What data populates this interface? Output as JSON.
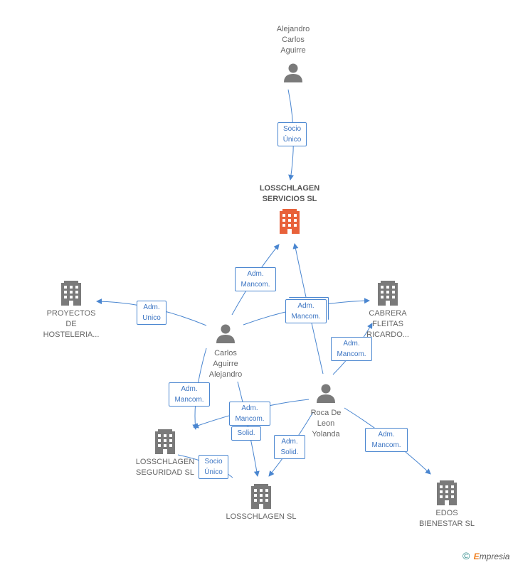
{
  "nodes": {
    "alejandro": {
      "label": "Alejandro\nCarlos\nAguirre",
      "icon": "person-icon"
    },
    "losschlagen_servicios": {
      "label": "LOSSCHLAGEN\nSERVICIOS SL",
      "icon": "building-icon",
      "color": "#e8613a"
    },
    "proyectos": {
      "label": "PROYECTOS\nDE\nHOSTELERIA...",
      "icon": "building-icon"
    },
    "cabrera": {
      "label": "CABRERA\nFLEITAS\nRICARDO...",
      "icon": "building-icon"
    },
    "carlos": {
      "label": "Carlos\nAguirre\nAlejandro",
      "icon": "person-icon"
    },
    "roca": {
      "label": "Roca De\nLeon\nYolanda",
      "icon": "person-icon"
    },
    "losschlagen_seguridad": {
      "label": "LOSSCHLAGEN\nSEGURIDAD SL",
      "icon": "building-icon"
    },
    "losschlagen_sl": {
      "label": "LOSSCHLAGEN SL",
      "icon": "building-icon"
    },
    "edos": {
      "label": "EDOS\nBIENESTAR SL",
      "icon": "building-icon"
    }
  },
  "edges": {
    "socio_unico_top": "Socio\nÚnico",
    "carlos_servicios": "Adm.\nMancom.",
    "carlos_proyectos": "Adm.\nUnico",
    "carlos_cabrera": "Adm.\nMancom.",
    "roca_cabrera": "Adm.\nMancom.",
    "carlos_seguridad": "Adm.\nMancom.",
    "roca_seguridad": "Adm.\nMancom.",
    "carlos_sl": "Solid.",
    "roca_sl": "Adm.\nSolid.",
    "seguridad_sl": "Socio\nÚnico",
    "roca_edos": "Adm.\nMancom."
  },
  "colors": {
    "edge": "#4a86d0",
    "node_gray": "#7a7a7a",
    "main": "#e8613a"
  },
  "footer": {
    "copyright": "©",
    "brand_initial": "E",
    "brand_rest": "mpresia"
  }
}
